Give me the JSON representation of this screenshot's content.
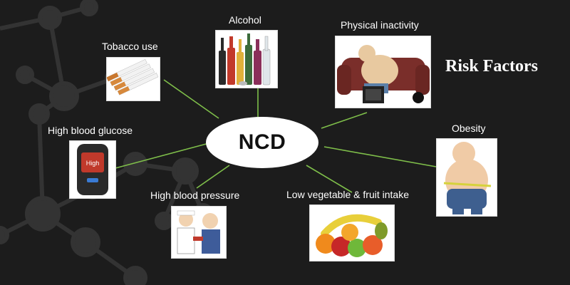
{
  "title": "Risk Factors",
  "center": {
    "label": "NCD"
  },
  "factors": {
    "tobacco": "Tobacco use",
    "alcohol": "Alcohol",
    "inactivity": "Physical inactivity",
    "obesity": "Obesity",
    "glucose": "High blood glucose",
    "pressure": "High blood pressure",
    "diet": "Low vegetable & fruit intake"
  },
  "glucose_meter_text": "High",
  "colors": {
    "background": "#1c1c1c",
    "connector": "#7fbf4a",
    "text": "#ffffff",
    "molecule": "#3a3a3a"
  }
}
